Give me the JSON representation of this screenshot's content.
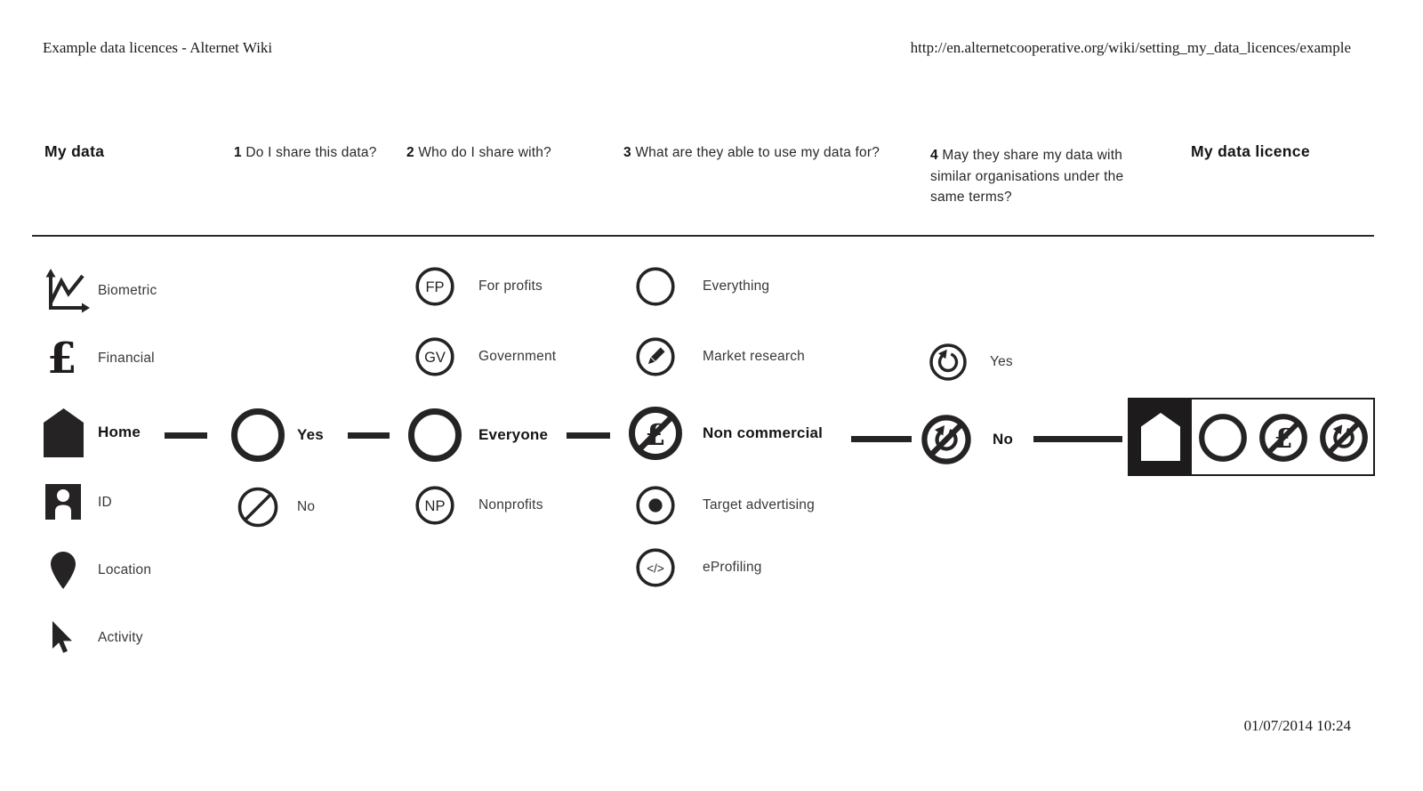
{
  "header": {
    "title": "Example data licences - Alternet Wiki",
    "url": "http://en.alternetcooperative.org/wiki/setting_my_data_licences/example"
  },
  "columns": {
    "my_data": "My data",
    "q1_num": "1",
    "q1_text": "Do I share this data?",
    "q2_num": "2",
    "q2_text": "Who do I share with?",
    "q3_num": "3",
    "q3_text": "What are they able to use my data for?",
    "q4_num": "4",
    "q4_text": "May they share my data with similar organisations under the same terms?",
    "licence": "My data licence"
  },
  "my_data": {
    "items": [
      {
        "label": "Biometric",
        "icon": "line-chart-icon",
        "selected": false
      },
      {
        "label": "Financial",
        "icon": "pound-icon",
        "selected": false
      },
      {
        "label": "Home",
        "icon": "house-icon",
        "selected": true
      },
      {
        "label": "ID",
        "icon": "id-card-icon",
        "selected": false
      },
      {
        "label": "Location",
        "icon": "map-pin-icon",
        "selected": false
      },
      {
        "label": "Activity",
        "icon": "cursor-icon",
        "selected": false
      }
    ]
  },
  "q1": {
    "options": [
      {
        "label": "Yes",
        "icon": "circle",
        "selected": true
      },
      {
        "label": "No",
        "icon": "crossed-circle",
        "selected": false
      }
    ]
  },
  "q2": {
    "options": [
      {
        "label": "For profits",
        "abbr": "FP",
        "selected": false
      },
      {
        "label": "Government",
        "abbr": "GV",
        "selected": false
      },
      {
        "label": "Everyone",
        "abbr": "",
        "selected": true
      },
      {
        "label": "Nonprofits",
        "abbr": "NP",
        "selected": false
      }
    ]
  },
  "q3": {
    "options": [
      {
        "label": "Everything",
        "icon": "circle",
        "selected": false
      },
      {
        "label": "Market research",
        "icon": "pencil-circle",
        "selected": false
      },
      {
        "label": "Non commercial",
        "icon": "crossed-pound-circle",
        "selected": true
      },
      {
        "label": "Target advertising",
        "icon": "dot-circle",
        "selected": false
      },
      {
        "label": "eProfiling",
        "icon": "code-circle",
        "selected": false
      }
    ]
  },
  "q4": {
    "options": [
      {
        "label": "Yes",
        "icon": "share-alike-circle",
        "selected": false
      },
      {
        "label": "No",
        "icon": "no-share-alike-circle",
        "selected": true
      }
    ]
  },
  "licence_badges": [
    "home",
    "everyone",
    "non-commercial",
    "no-share-alike"
  ],
  "glyphs": {
    "pound": "£",
    "code": "</>"
  },
  "footer": {
    "timestamp": "01/07/2014 10:24"
  },
  "colors": {
    "ink": "#231f20",
    "paper": "#ffffff"
  }
}
